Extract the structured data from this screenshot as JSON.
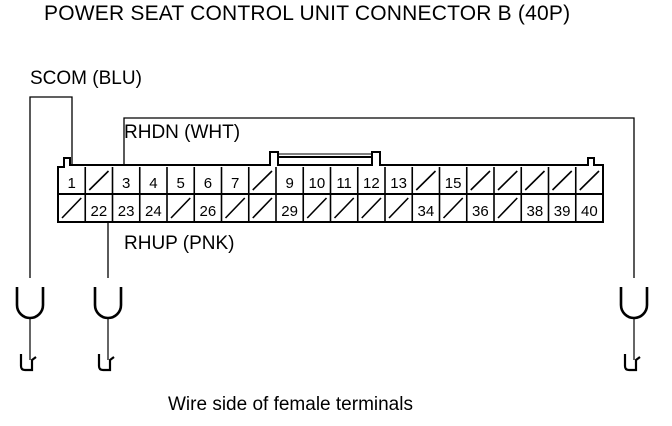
{
  "title": "POWER SEAT CONTROL UNIT CONNECTOR B (40P)",
  "caption": "Wire side of female terminals",
  "wires": [
    {
      "label": "SCOM (BLU)",
      "terminal": "1"
    },
    {
      "label": "RHDN (WHT)",
      "terminal": "3"
    },
    {
      "label": "RHUP (PNK)",
      "terminal": "22"
    }
  ],
  "connector": {
    "top_row": [
      "1",
      "",
      "3",
      "4",
      "5",
      "6",
      "7",
      "",
      "9",
      "10",
      "11",
      "12",
      "13",
      "",
      "15",
      "",
      "",
      "",
      "",
      ""
    ],
    "bottom_row": [
      "",
      "22",
      "23",
      "24",
      "",
      "26",
      "",
      "",
      "29",
      "",
      "",
      "",
      "",
      "34",
      "",
      "36",
      "",
      "38",
      "39",
      "40"
    ]
  }
}
